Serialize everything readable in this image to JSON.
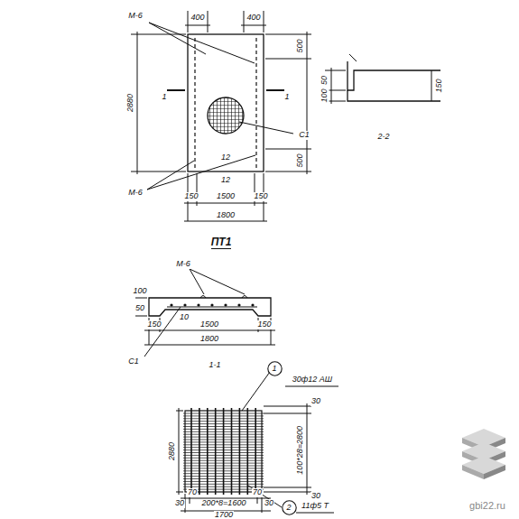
{
  "diagram": {
    "title": "ПТ1",
    "nodes": [
      {
        "text": [
          "1"
        ]
      },
      {
        "text": [
          "2"
        ]
      }
    ],
    "labels": [
      "400",
      "400",
      "М-6",
      "500",
      "2880",
      "1",
      "1",
      "С1",
      "500",
      "12",
      "12",
      "М-6",
      "150",
      "1500",
      "150",
      "1800",
      "2-2",
      "50",
      "100",
      "150",
      "М-6",
      "100",
      "50",
      "10",
      "150",
      "1500",
      "150",
      "1800",
      "С1",
      "1-1",
      "2880",
      "30",
      "100*28=2800",
      "30",
      "30ф12 АШ",
      "11ф5 Т",
      "30",
      "70",
      "200*8=1600",
      "70",
      "30",
      "1700",
      "gbi22.ru"
    ]
  }
}
